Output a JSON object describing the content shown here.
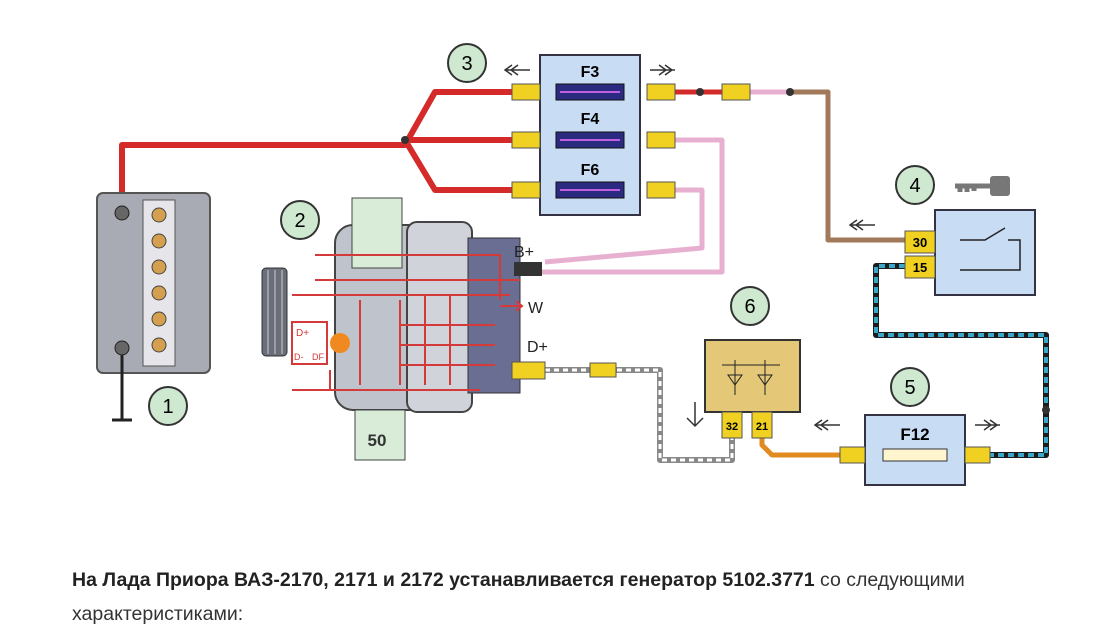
{
  "diagram": {
    "labels": {
      "n1": "1",
      "n2": "2",
      "n3": "3",
      "n4": "4",
      "n5": "5",
      "n6": "6"
    },
    "fuses": {
      "f3": "F3",
      "f4": "F4",
      "f6": "F6",
      "f12": "F12"
    },
    "generator": {
      "bplus": "B+",
      "w": "W",
      "dplus": "D+",
      "reg_dplus": "D+",
      "reg_dminus": "D-",
      "reg_df": "DF",
      "mount": "50"
    },
    "switch_pins": {
      "p30": "30",
      "p15": "15"
    },
    "lamp_pins": {
      "p32": "32",
      "p21": "21"
    },
    "colors": {
      "red_wire": "#d42a2a",
      "pink_wire": "#e8b0d0",
      "brown_wire": "#a07a5a",
      "cyan_wire": "#3aa8c8",
      "orange_wire": "#e08a20",
      "connector": "#f0d020",
      "fuse_box": "#c8dcf4",
      "label_circle": "#cfe8d0"
    }
  },
  "caption": {
    "bold": "На Лада Приора ВАЗ-2170, 2171 и 2172 устанавливается генератор 5102.3771",
    "rest": " со следующими характеристиками:"
  }
}
